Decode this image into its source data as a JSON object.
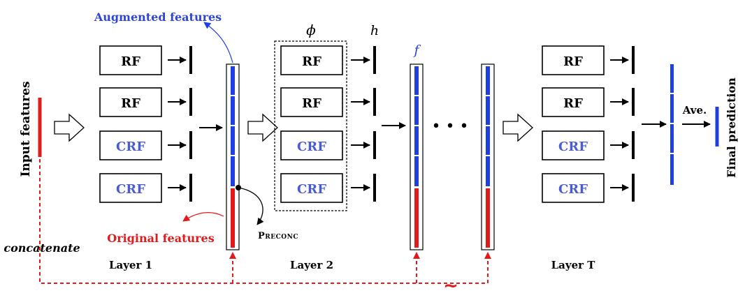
{
  "labels": {
    "input_features": "Input features",
    "augmented_features": "Augmented features",
    "original_features": "Original features",
    "preconc": "Preconc",
    "concatenate": "concatenate",
    "phi": "ϕ",
    "h": "h",
    "f": "f",
    "ave": "Ave.",
    "final_prediction": "Final prediction",
    "ellipsis": "• • •",
    "tilde": "~"
  },
  "layers": [
    {
      "name": "Layer 1",
      "forests": [
        "RF",
        "RF",
        "CRF",
        "CRF"
      ]
    },
    {
      "name": "Layer 2",
      "forests": [
        "RF",
        "RF",
        "CRF",
        "CRF"
      ]
    },
    {
      "name": "Layer T",
      "forests": [
        "RF",
        "RF",
        "CRF",
        "CRF"
      ]
    }
  ],
  "colors": {
    "rf_text": "#000000",
    "crf_text": "#4a5bd6",
    "augmented": "#1f3fe0",
    "original": "#e31a1c",
    "concat_line": "#e31a1c",
    "augmented_label": "#2f45d8",
    "original_label": "#e31a1c"
  }
}
